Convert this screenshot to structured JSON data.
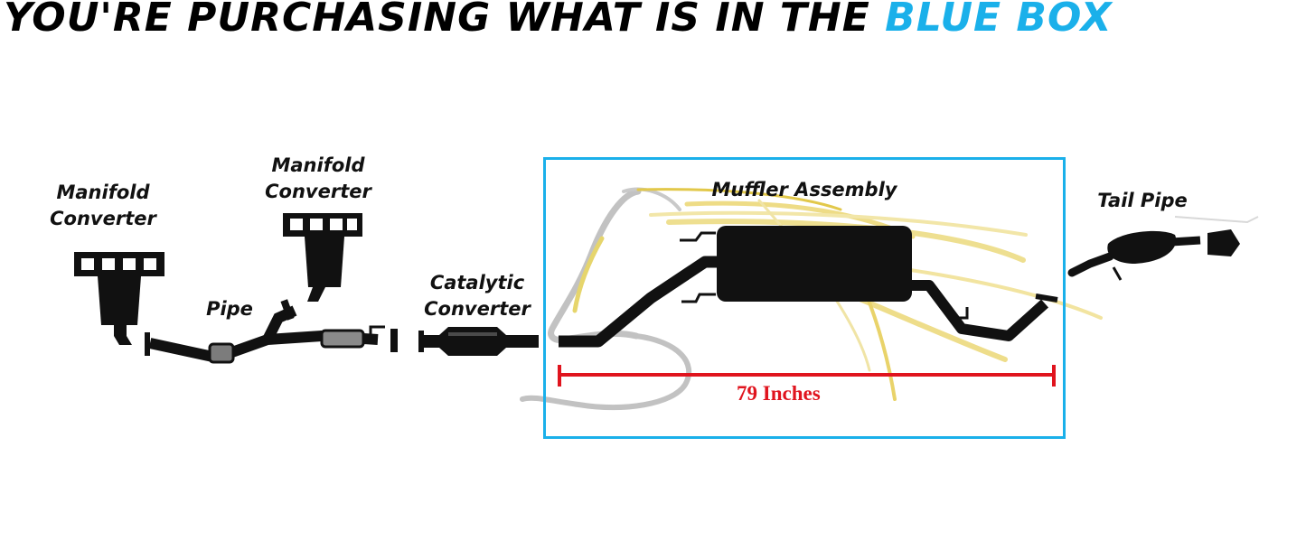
{
  "headline": {
    "prefix": "YOU'RE PURCHASING WHAT IS IN THE",
    "highlight": "BLUE BOX",
    "highlight_color": "#1ab0ea"
  },
  "labels": {
    "manifold_converter_left": [
      "Manifold",
      "Converter"
    ],
    "manifold_converter_right": [
      "Manifold",
      "Converter"
    ],
    "pipe": "Pipe",
    "catalytic_converter": [
      "Catalytic",
      "Converter"
    ],
    "muffler_assembly": "Muffler Assembly",
    "tail_pipe": "Tail Pipe"
  },
  "measurement": {
    "text": "79 Inches",
    "color": "#e0141e"
  },
  "icons": {
    "watermark": "horse-head-logo-watermark",
    "parts": [
      "manifold-converter-icon",
      "manifold-converter-icon",
      "front-pipe-icon",
      "catalytic-converter-icon",
      "muffler-assembly-icon",
      "tail-pipe-icon"
    ]
  },
  "colors": {
    "box_border": "#1ab0ea",
    "parts": "#111111",
    "measure_line": "#e0141e"
  }
}
